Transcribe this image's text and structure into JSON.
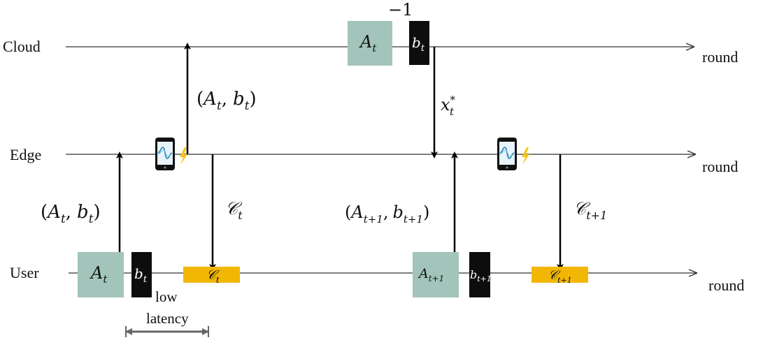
{
  "lanes": {
    "cloud": "Cloud",
    "edge": "Edge",
    "user": "User"
  },
  "round_labels": {
    "cloud": "round",
    "edge": "round",
    "user": "round"
  },
  "cloud_blocks": {
    "matrix": {
      "base": "A",
      "sub": "t"
    },
    "vector": {
      "base": "b",
      "sub": "t"
    },
    "inverse_superscript": "−1"
  },
  "edge_to_cloud_label": {
    "open": "(",
    "a": "A",
    "a_sub": "t",
    "comma": ",",
    "b": "b",
    "b_sub": "t",
    "close": ")"
  },
  "cloud_to_edge_label": {
    "base": "x",
    "sub": "t",
    "sup": "*"
  },
  "user_to_edge_label_1": {
    "open": "(",
    "a": "A",
    "a_sub": "t",
    "comma": ",",
    "b": "b",
    "b_sub": "t",
    "close": ")"
  },
  "user_to_edge_label_2": {
    "open": "(",
    "a": "A",
    "a_sub": "t+1",
    "comma": ",",
    "b": "b",
    "b_sub": "t+1",
    "close": ")"
  },
  "edge_to_user_label_1": {
    "base": "𝒞",
    "sub": "t"
  },
  "edge_to_user_label_2": {
    "base": "𝒞",
    "sub": "t+1"
  },
  "user_blocks": {
    "matrix_1": {
      "base": "A",
      "sub": "t"
    },
    "vector_1": {
      "base": "b",
      "sub": "t"
    },
    "result_1": {
      "base": "𝒞",
      "sub": "t"
    },
    "matrix_2": {
      "base": "A",
      "sub": "t+1"
    },
    "vector_2": {
      "base": "b",
      "sub": "t+1"
    },
    "result_2": {
      "base": "𝒞",
      "sub": "t+1"
    }
  },
  "latency_label": {
    "line1": "low",
    "line2": "latency"
  },
  "colors": {
    "matrix_fill": "#a3c4ba",
    "vector_fill": "#0d0d0d",
    "result_fill": "#f2b705",
    "line": "#333333",
    "arrow": "#000000",
    "bolt": "#f5c518",
    "latency_arrow": "#555555"
  },
  "icons": [
    "smartphone-signal-icon",
    "lightning-bolt-icon"
  ]
}
